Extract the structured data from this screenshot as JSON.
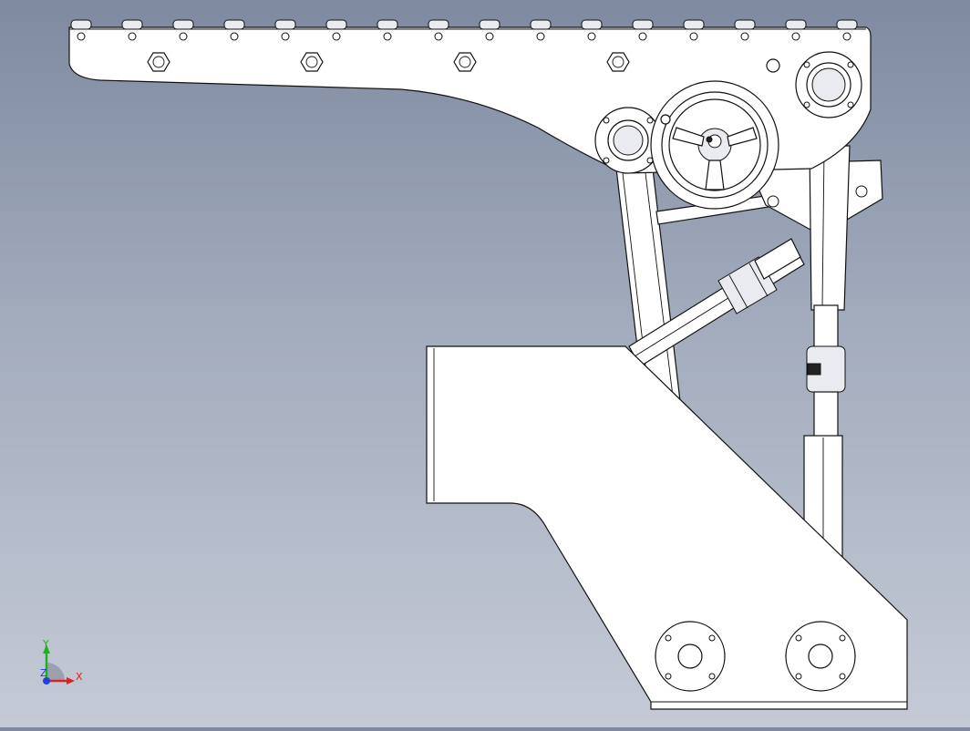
{
  "viewport": {
    "background_top": "#7f8aa0",
    "background_bottom": "#c5cad6"
  },
  "model": {
    "line_color": "#111111",
    "face_color": "#ffffff"
  },
  "triad": {
    "x_label": "X",
    "y_label": "Y",
    "z_label": "Z",
    "x_color": "#e02020",
    "y_color": "#20b020",
    "z_color": "#2040e0"
  }
}
